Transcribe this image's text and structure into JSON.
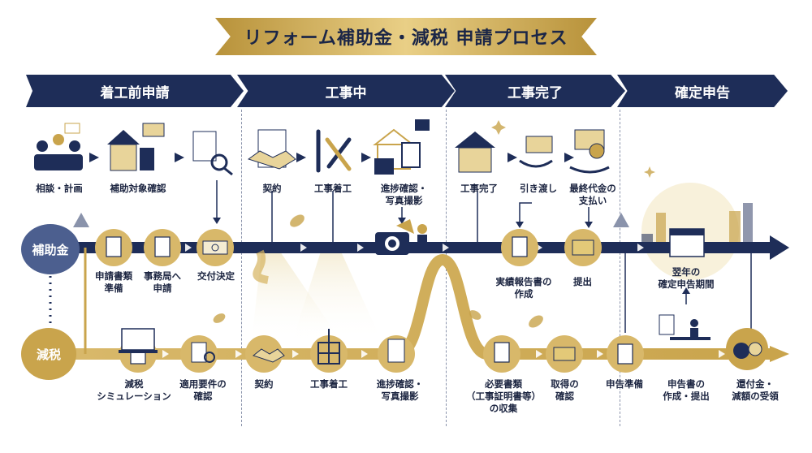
{
  "title": "リフォーム補助金・減税 申請プロセス",
  "phases": [
    "着工前申請",
    "工事中",
    "工事完了",
    "確定申告"
  ],
  "rows": {
    "subsidy": "補助金",
    "tax": "減税"
  },
  "top_labels": {
    "consult": "相談・計画",
    "confirm_eligibility": "補助対象確認",
    "contract": "契約",
    "start_work": "工事着工",
    "progress_line1": "進捗確認・",
    "progress_line2": "写真撮影",
    "completion": "工事完了",
    "handover": "引き渡し",
    "final_pay_line1": "最終代金の",
    "final_pay_line2": "支払い"
  },
  "subsidy_labels": {
    "docs_line1": "申請書類",
    "docs_line2": "準備",
    "apply_line1": "事務局へ",
    "apply_line2": "申請",
    "grant": "交付決定",
    "report_line1": "実績報告書の",
    "report_line2": "作成",
    "submit": "提出",
    "next_year_line1": "翌年の",
    "next_year_line2": "確定申告期間"
  },
  "tax_labels": {
    "sim_line1": "減税",
    "sim_line2": "シミュレーション",
    "req_line1": "適用要件の",
    "req_line2": "確認",
    "contract": "契約",
    "start_work": "工事着工",
    "progress_line1": "進捗確認・",
    "progress_line2": "写真撮影",
    "collect_line1": "必要書類",
    "collect_line2": "（工事証明書等）",
    "collect_line3": "の収集",
    "obtain_line1": "取得の",
    "obtain_line2": "確認",
    "prepare": "申告準備",
    "file_line1": "申告書の",
    "file_line2": "作成・提出",
    "refund_line1": "還付金・",
    "refund_line2": "減額の受領"
  },
  "colors": {
    "navy": "#1e2d58",
    "gold": "#c9a44c",
    "gold_light": "#e8d49a",
    "slate": "#4c5f8f"
  }
}
